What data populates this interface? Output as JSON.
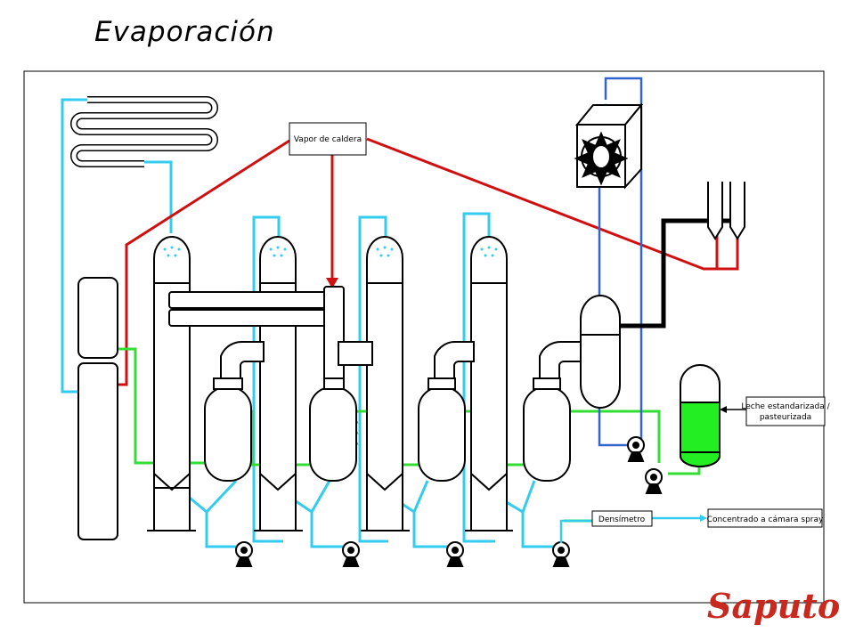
{
  "title": "Evaporación",
  "labels": {
    "steam": "Vapor de caldera",
    "milk_line1": "Leche estandarizada /",
    "milk_line2": "pasteurizada",
    "densimeter": "Densímetro",
    "concentrate": "Concentrado a cámara spray"
  },
  "logo": "Saputo",
  "colors": {
    "steam_line": "#d01010",
    "water_line": "#33ccee",
    "milk_line": "#33dd33",
    "vapor_return": "#3366cc",
    "logo": "#c8281e"
  }
}
